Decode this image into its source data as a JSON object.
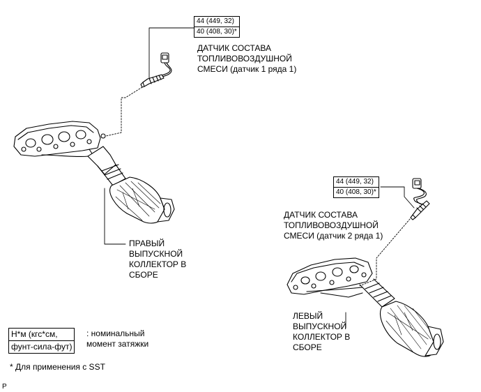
{
  "torque_top": {
    "standard": "44 (449, 32)",
    "sst": "40 (408, 30)*"
  },
  "torque_bottom": {
    "standard": "44 (449, 32)",
    "sst": "40 (408, 30)*"
  },
  "sensor1": {
    "line1": "ДАТЧИК СОСТАВА",
    "line2": "ТОПЛИВОВОЗДУШНОЙ",
    "line3": "СМЕСИ (датчик 1 ряда 1)"
  },
  "sensor2": {
    "line1": "ДАТЧИК СОСТАВА",
    "line2": "ТОПЛИВОВОЗДУШНОЙ",
    "line3": "СМЕСИ (датчик 2 ряда 1)"
  },
  "right_manifold": {
    "line1": "ПРАВЫЙ",
    "line2": "ВЫПУСКНОЙ",
    "line3": "КОЛЛЕКТОР В",
    "line4": "СБОРЕ"
  },
  "left_manifold": {
    "line1": "ЛЕВЫЙ",
    "line2": "ВЫПУСКНОЙ",
    "line3": "КОЛЛЕКТОР В",
    "line4": "СБОРЕ"
  },
  "legend": {
    "unit_line1": "Н*м (кгс*см,",
    "unit_line2": "фунт-сила-фут)",
    "desc_line1": ": номинальный",
    "desc_line2": "момент затяжки"
  },
  "footnote": "* Для применения с SST",
  "figure_code": "P"
}
